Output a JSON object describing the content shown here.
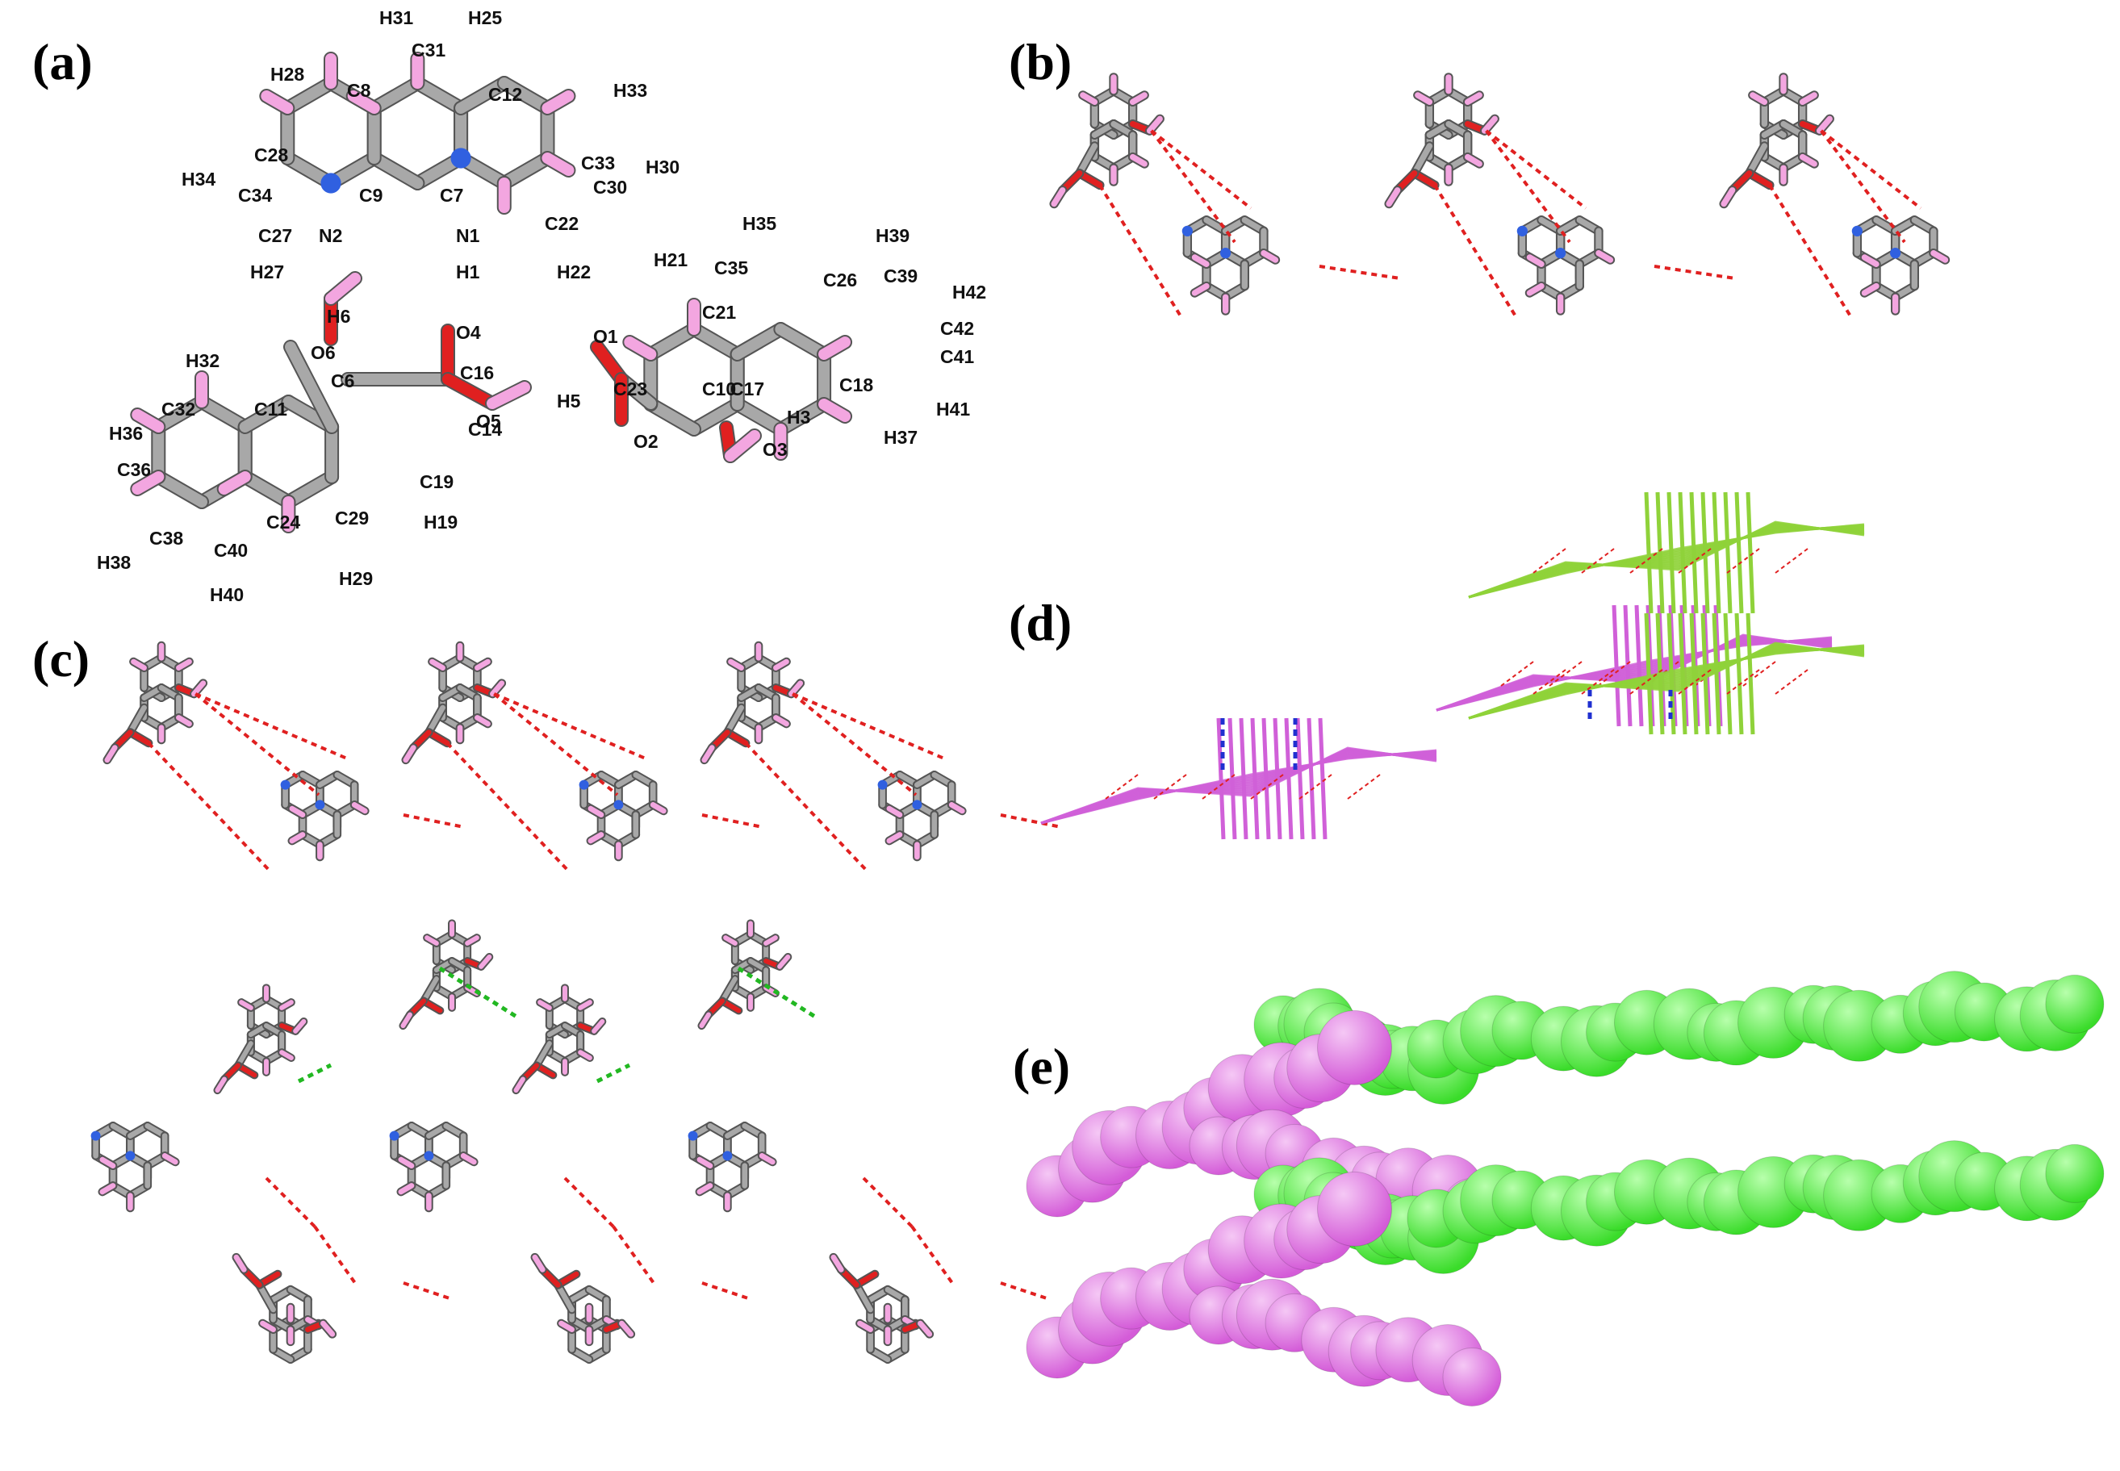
{
  "panels": {
    "a": {
      "letter": "(a)",
      "atom_labels": [
        "H31",
        "C31",
        "H25",
        "H28",
        "C8",
        "C12",
        "H33",
        "C28",
        "C33",
        "H34",
        "C34",
        "C9",
        "C7",
        "C30",
        "H30",
        "C27",
        "N2",
        "N1",
        "C22",
        "H27",
        "H1",
        "H22",
        "H35",
        "H39",
        "H21",
        "C35",
        "C26",
        "C39",
        "H42",
        "H6",
        "O4",
        "C21",
        "C42",
        "O1",
        "C41",
        "O6",
        "C16",
        "H32",
        "C6",
        "C23",
        "C10",
        "C18",
        "H41",
        "C32",
        "C11",
        "H5",
        "C17",
        "O5",
        "C14",
        "O2",
        "O3",
        "H3",
        "H37",
        "H36",
        "C36",
        "C19",
        "H19",
        "C24",
        "C29",
        "C38",
        "H38",
        "C40",
        "H29",
        "H40"
      ]
    },
    "b": {
      "letter": "(b)"
    },
    "c": {
      "letter": "(c)"
    },
    "d": {
      "letter": "(d)"
    },
    "e": {
      "letter": "(e)"
    }
  },
  "colors": {
    "carbon": "#a8a8a8",
    "hydrogen": "#f3a6e0",
    "nitrogen": "#3060e0",
    "oxygen": "#e02020",
    "hbond": "#e02020",
    "pi_contact": "#22b822",
    "stack_contact": "#2030d0",
    "layer_magenta": "#d060d8",
    "layer_green": "#8fd23a",
    "sphere_magenta": "#d45cd8",
    "sphere_green": "#3adc2a"
  }
}
